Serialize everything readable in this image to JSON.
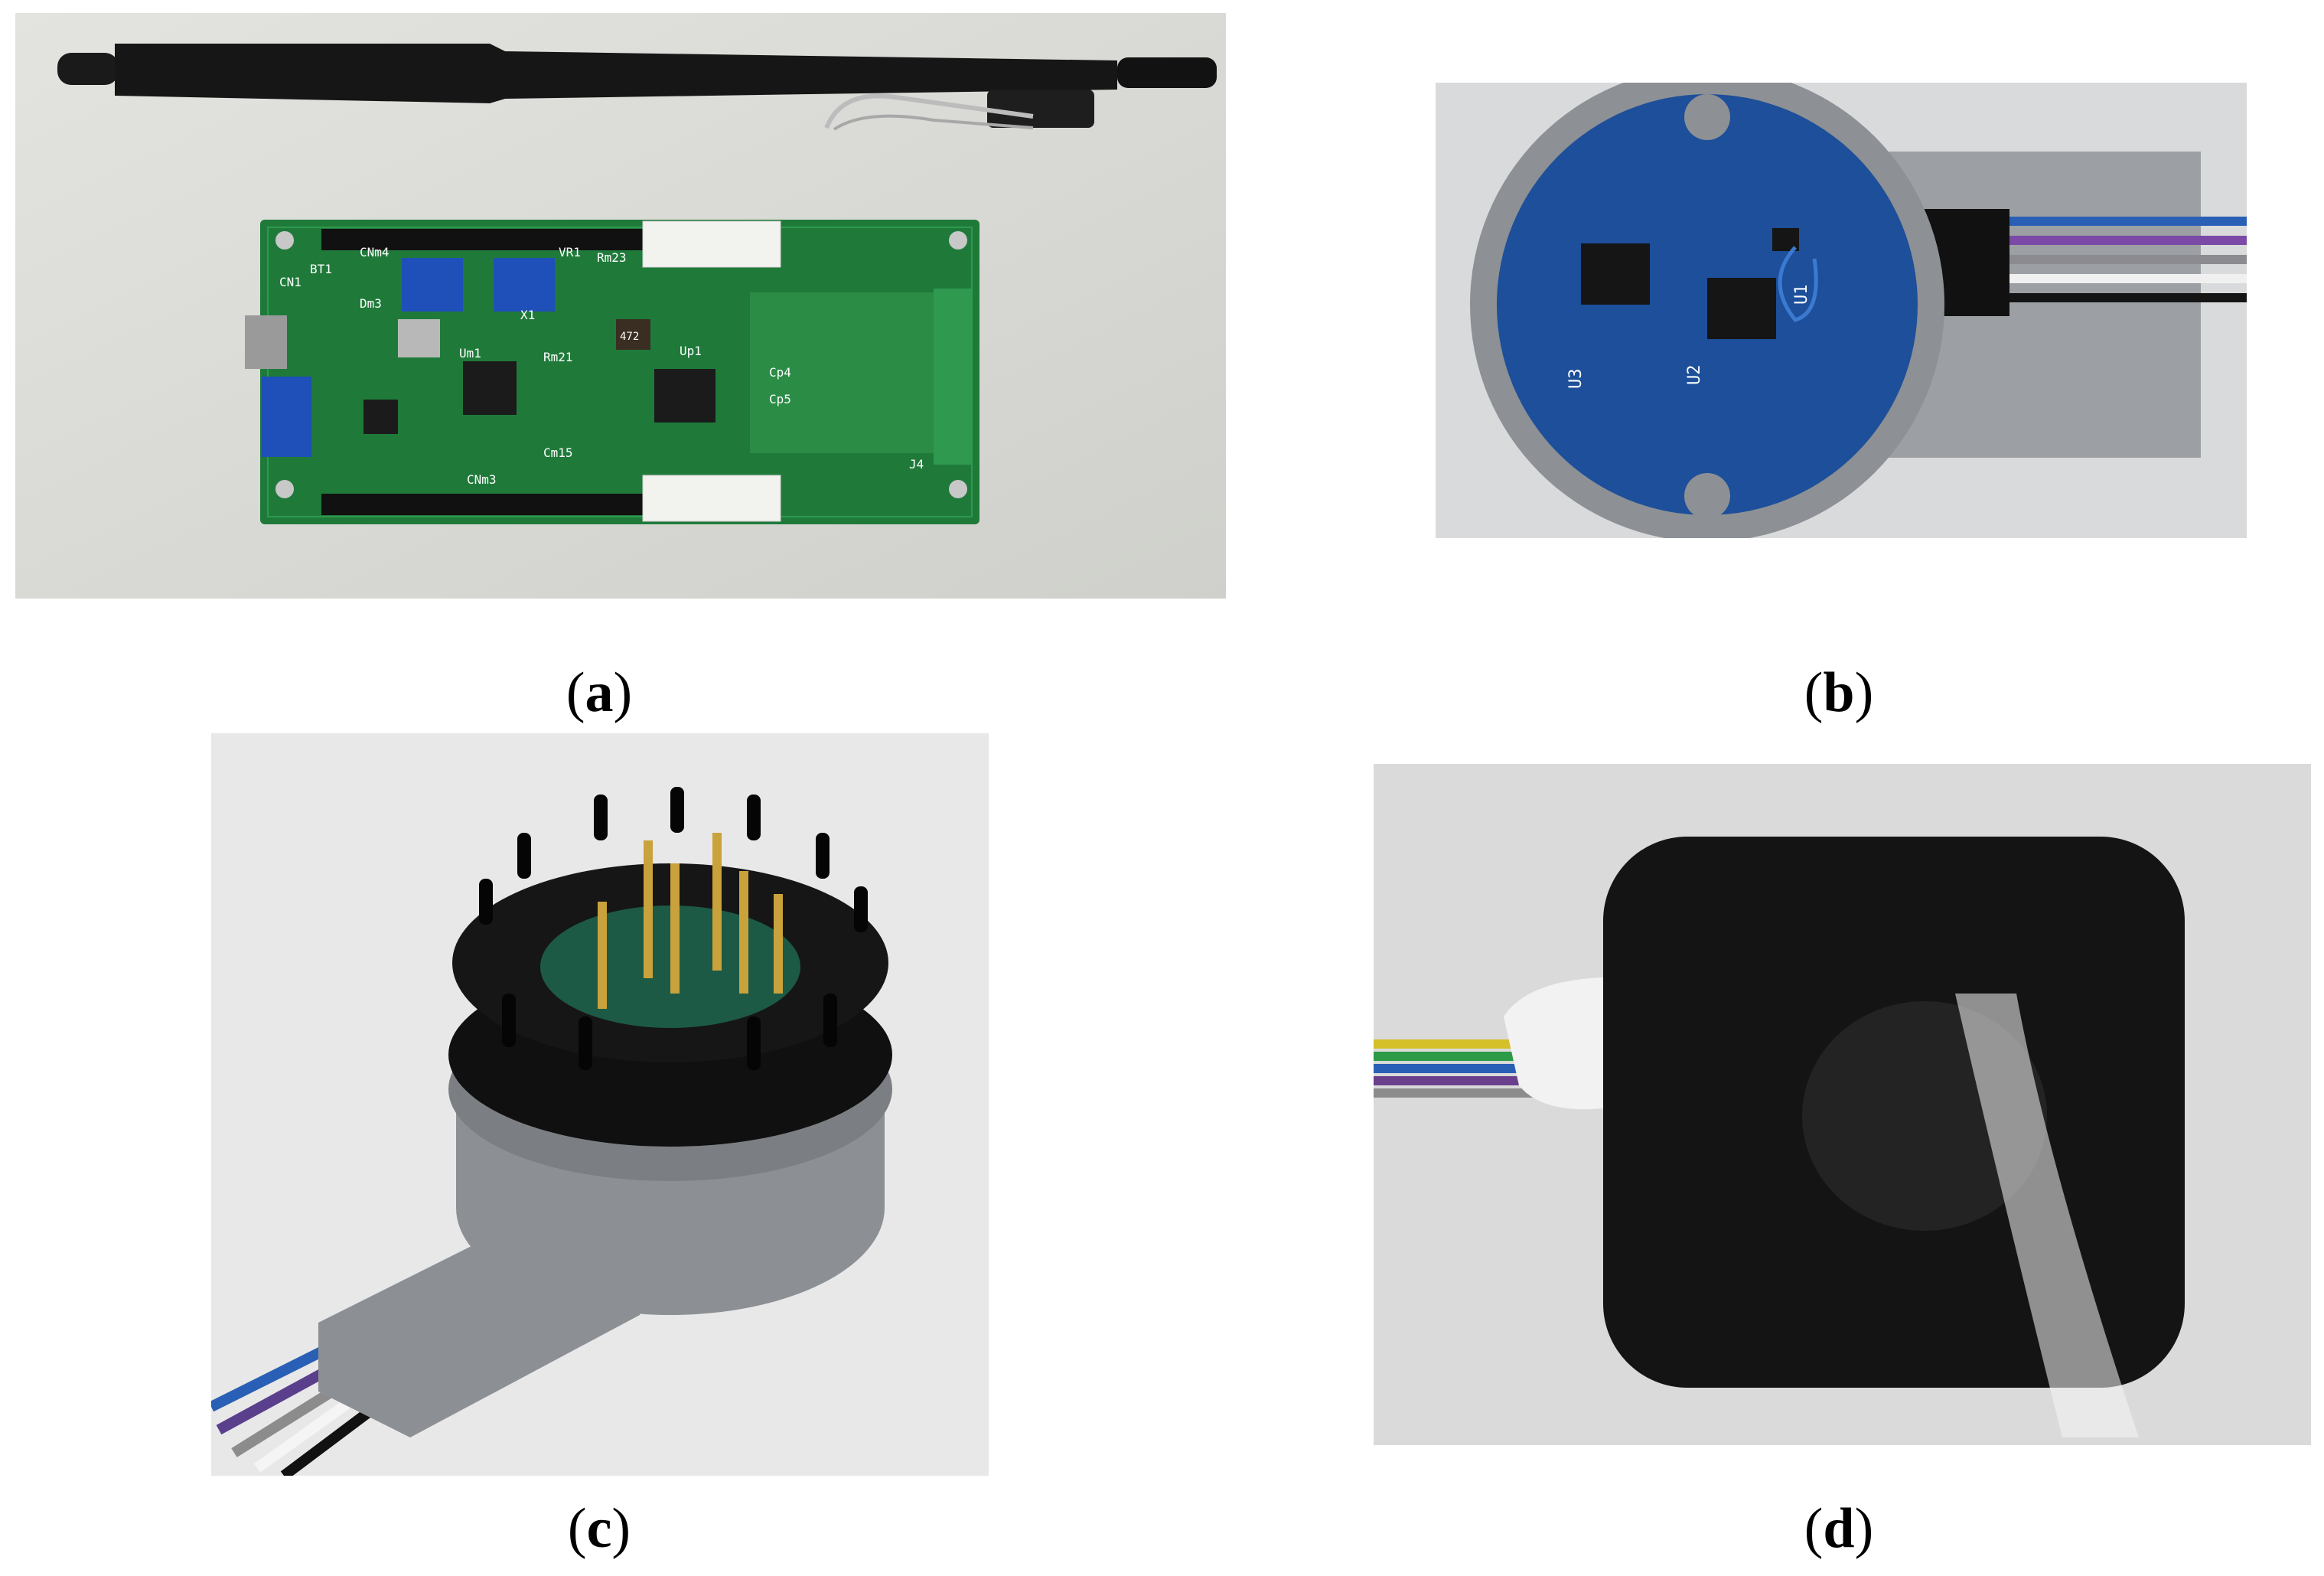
{
  "figure": {
    "panels": [
      {
        "id": "a",
        "caption_open": "(",
        "caption_letter": "a",
        "caption_close": ")",
        "subject": "PCB board next to a pen"
      },
      {
        "id": "b",
        "caption_open": "(",
        "caption_letter": "b",
        "caption_close": ")",
        "subject": "Round blue sensor PCB in grey housing with ribbon wires"
      },
      {
        "id": "c",
        "caption_open": "(",
        "caption_letter": "c",
        "caption_close": ")",
        "subject": "Connector with gold pogo pins in grey housing"
      },
      {
        "id": "d",
        "caption_open": "(",
        "caption_letter": "d",
        "caption_close": ")",
        "subject": "Black square electrode pad on clear film with wires"
      }
    ],
    "pcb_labels": {
      "cn1": "CN1",
      "bt1": "BT1",
      "cnm4": "CNm4",
      "vr1": "VR1",
      "rm23": "Rm23",
      "dm3": "Dm3",
      "x1": "X1",
      "um1": "Um1",
      "up1": "Up1",
      "cp4": "Cp4",
      "cp5": "Cp5",
      "rm21": "Rm21",
      "cm15": "Cm15",
      "cnm3": "CNm3",
      "j4": "J4",
      "ic_472": "472",
      "u1": "U1",
      "u2": "U2",
      "u3": "U3"
    },
    "colors": {
      "background_gray": "#dcdcd8",
      "pcb_green": "#1f7a3a",
      "pcb_blue": "#1d4f9a",
      "housing_gray": "#8c8f93",
      "pad_black": "#141414",
      "pin_gold": "#c9a23c"
    }
  }
}
